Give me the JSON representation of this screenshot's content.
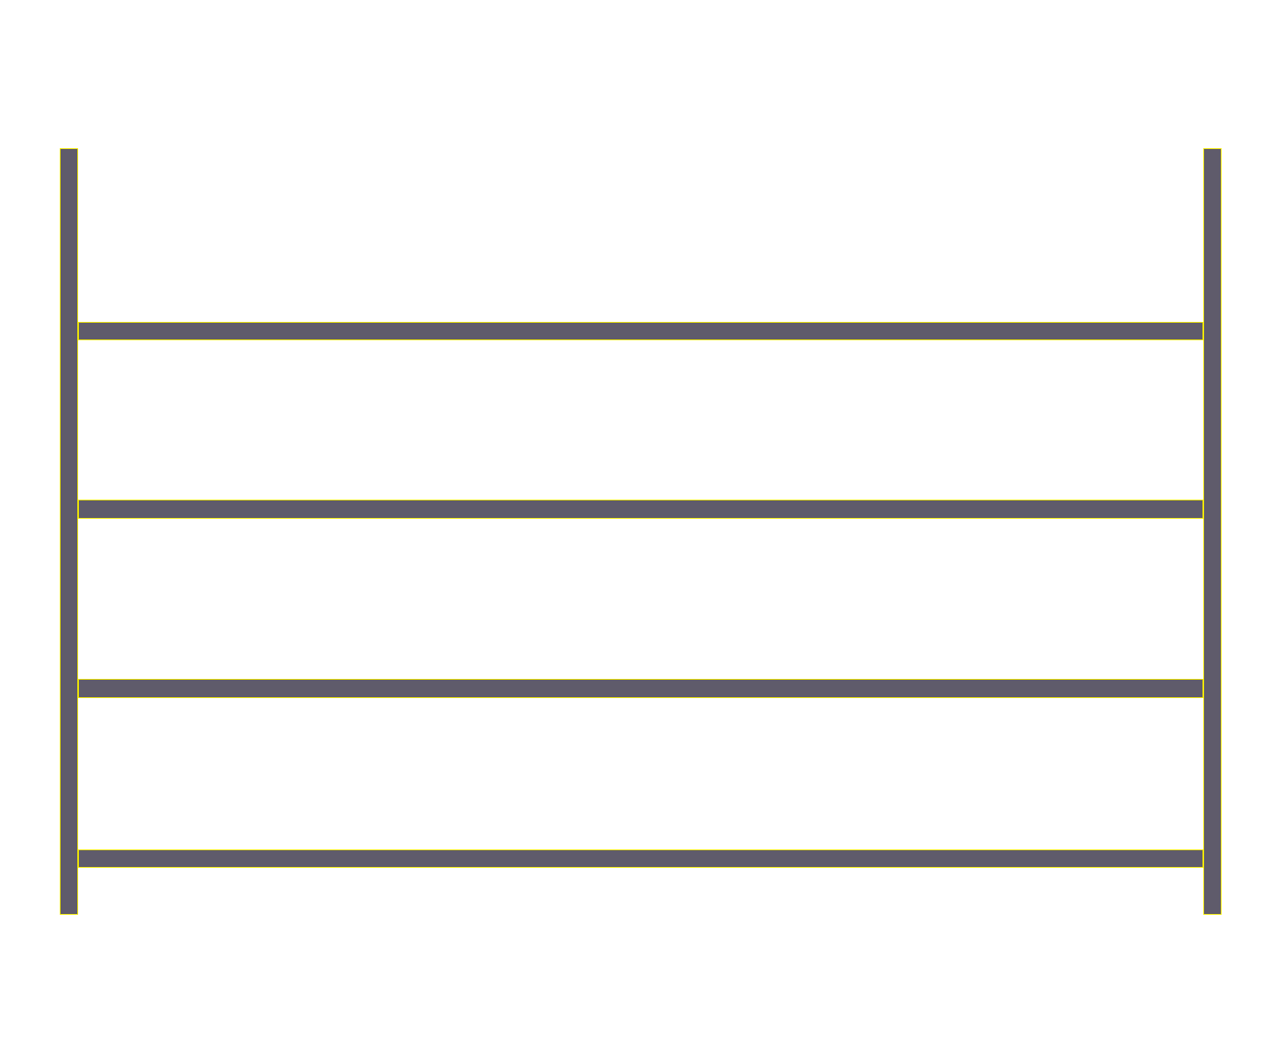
{
  "diagram": {
    "type": "shelving-frame",
    "uprights": 2,
    "shelves": 4,
    "colors": {
      "fill": "#5f5b6b",
      "outline": "#f5ec00",
      "background": "#ffffff"
    }
  }
}
